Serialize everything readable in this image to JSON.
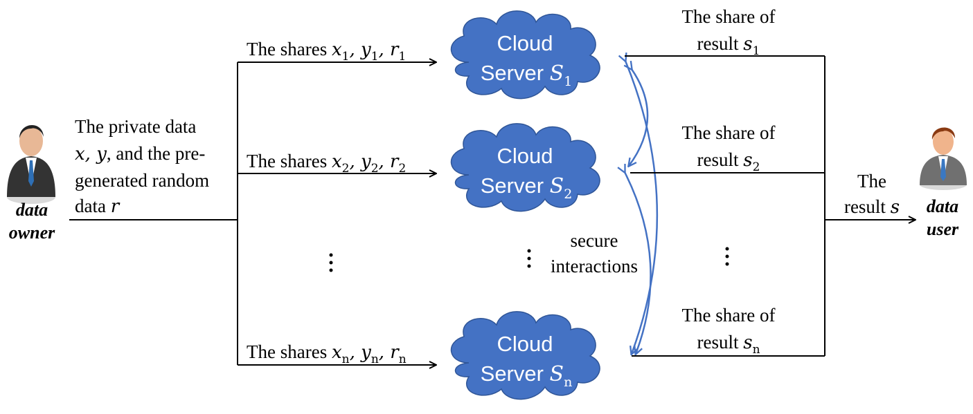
{
  "owner": {
    "line1": "data",
    "line2": "owner"
  },
  "user": {
    "line1": "data",
    "line2": "user"
  },
  "private_data": {
    "line1": "The private data",
    "line2_math": "x, y",
    "line2_text": ", and the pre-",
    "line3": "generated random",
    "line4_text": "data ",
    "line4_math": "r"
  },
  "shares": [
    {
      "prefix": "The shares ",
      "x": "x",
      "y": "y",
      "r": "r",
      "sub": "1"
    },
    {
      "prefix": "The shares ",
      "x": "x",
      "y": "y",
      "r": "r",
      "sub": "2"
    },
    {
      "prefix": "The shares ",
      "x": "x",
      "y": "y",
      "r": "r",
      "sub": "n"
    }
  ],
  "clouds": [
    {
      "line1": "Cloud",
      "line2": "Server ",
      "var": "S",
      "sub": "1"
    },
    {
      "line1": "Cloud",
      "line2": "Server ",
      "var": "S",
      "sub": "2"
    },
    {
      "line1": "Cloud",
      "line2": "Server ",
      "var": "S",
      "sub": "n"
    }
  ],
  "result_shares": [
    {
      "line1": "The share of",
      "line2": "result ",
      "var": "s",
      "sub": "1"
    },
    {
      "line1": "The share of",
      "line2": "result ",
      "var": "s",
      "sub": "2"
    },
    {
      "line1": "The share of",
      "line2": "result ",
      "var": "s",
      "sub": "n"
    }
  ],
  "secure": {
    "line1": "secure",
    "line2": "interactions"
  },
  "final_result": {
    "line1": "The",
    "line2": "result ",
    "var": "s"
  },
  "colors": {
    "cloud": "#4472c4",
    "arc": "#4472c4",
    "line": "#000000"
  }
}
